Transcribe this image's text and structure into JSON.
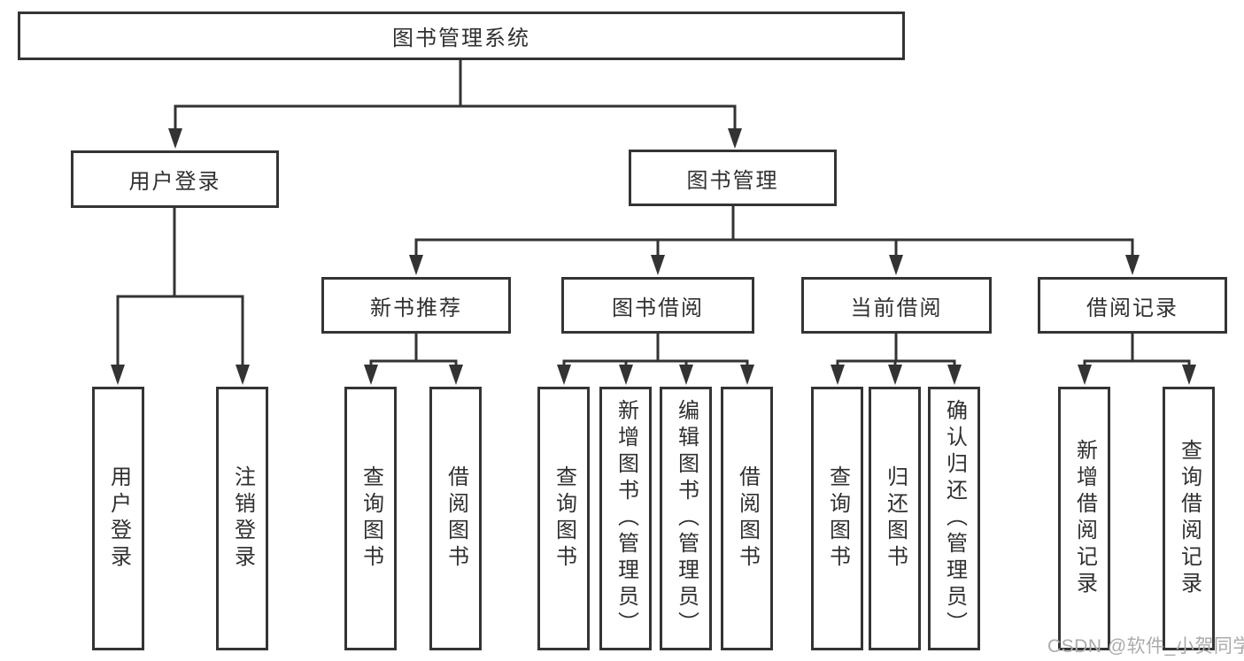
{
  "tree": {
    "root": {
      "label": "图书管理系统"
    },
    "level2": [
      {
        "label": "用户登录"
      },
      {
        "label": "图书管理"
      }
    ],
    "level3": [
      {
        "label": "新书推荐"
      },
      {
        "label": "图书借阅"
      },
      {
        "label": "当前借阅"
      },
      {
        "label": "借阅记录"
      }
    ],
    "leaves": {
      "user_login": [
        "用户登录",
        "注销登录"
      ],
      "new_book": [
        "查询图书",
        "借阅图书"
      ],
      "book_borrowing": [
        "查询图书",
        "新增图书（管理员）",
        "编辑图书（管理员）",
        "借阅图书"
      ],
      "current_borrowing": [
        "查询图书",
        "归还图书",
        "确认归还（管理员）"
      ],
      "borrow_records": [
        "新增借阅记录",
        "查询借阅记录"
      ]
    }
  },
  "watermark": {
    "text": "CSDN @软件_小贺同学"
  },
  "colors": {
    "line": "#333333",
    "border": "#343434",
    "text": "#303030",
    "watermark": "#ababab",
    "background": "#ffffff"
  }
}
